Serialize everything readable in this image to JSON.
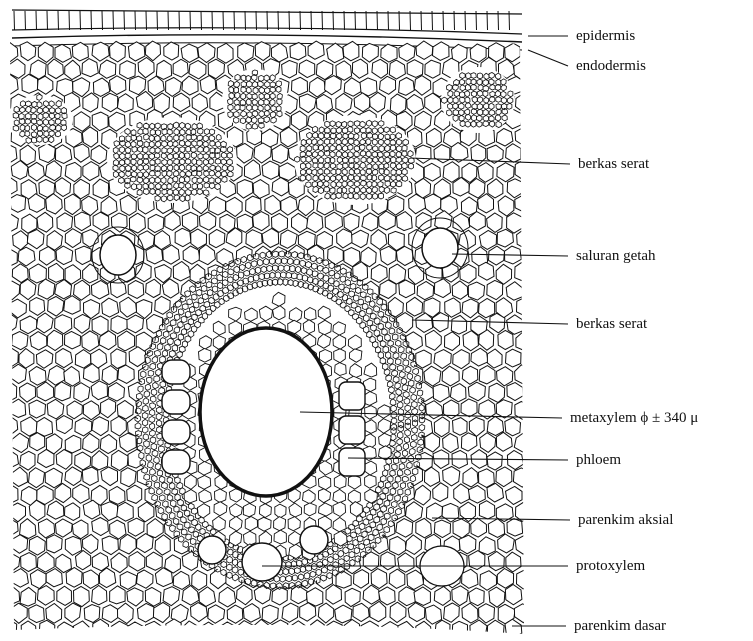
{
  "labels": {
    "epidermis": "epidermis",
    "endodermis": "endodermis",
    "berkas_serat_1": "berkas serat",
    "saluran_getah": "saluran getah",
    "berkas_serat_2": "berkas serat",
    "metaxylem": "metaxylem ϕ ± 340 μ",
    "phloem": "phloem",
    "parenkim_aksial": "parenkim aksial",
    "protoxylem": "protoxylem",
    "parenkim_dasar": "parenkim dasar"
  },
  "colors": {
    "ink": "#111111",
    "paper": "#ffffff"
  }
}
